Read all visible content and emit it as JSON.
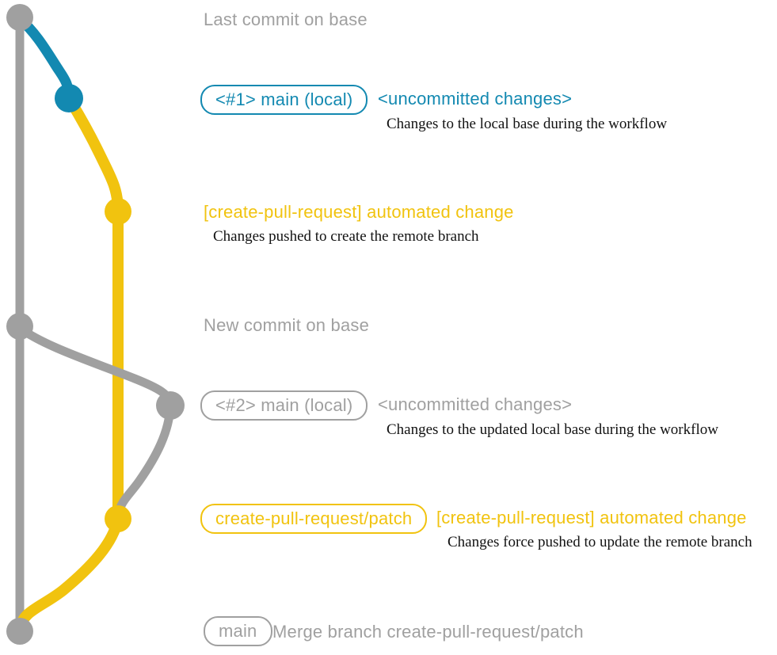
{
  "colors": {
    "gray": "#a0a0a0",
    "blue": "#1389b1",
    "yellow": "#f1c30f",
    "ink": "#121212",
    "background": "#ffffff"
  },
  "annotations": {
    "last_commit": {
      "text": "Last commit on base"
    },
    "commit1": {
      "badge": "<#1> main (local)",
      "status": "<uncommitted changes>",
      "note": "Changes to the local base during the workflow"
    },
    "push1": {
      "title": "[create-pull-request] automated change",
      "note": "Changes pushed to create the remote branch"
    },
    "new_commit": {
      "text": "New commit on base"
    },
    "commit2": {
      "badge": "<#2> main (local)",
      "status": "<uncommitted changes>",
      "note": "Changes to the updated local base during the workflow"
    },
    "push2": {
      "badge": "create-pull-request/patch",
      "title": "[create-pull-request] automated change",
      "note": "Changes force pushed to update the remote branch"
    },
    "merge": {
      "badge": "main",
      "text": "Merge branch create-pull-request/patch"
    }
  },
  "graph": {
    "branches": [
      {
        "id": "base",
        "color": "gray"
      },
      {
        "id": "main-local",
        "color": "blue"
      },
      {
        "id": "create-pull-request-patch",
        "color": "yellow"
      }
    ],
    "commit_dots": [
      {
        "id": "base-tip",
        "color": "gray",
        "label": "Last commit on base"
      },
      {
        "id": "main-local-1",
        "color": "blue",
        "label": "<#1> main (local)"
      },
      {
        "id": "patch-commit-1",
        "color": "yellow",
        "label": "[create-pull-request] automated change"
      },
      {
        "id": "base-new",
        "color": "gray",
        "label": "New commit on base"
      },
      {
        "id": "main-local-2",
        "color": "gray",
        "label": "<#2> main (local)"
      },
      {
        "id": "patch-commit-2",
        "color": "yellow",
        "label": "create-pull-request/patch"
      },
      {
        "id": "merge-commit",
        "color": "gray",
        "label": "Merge branch create-pull-request/patch"
      }
    ]
  }
}
